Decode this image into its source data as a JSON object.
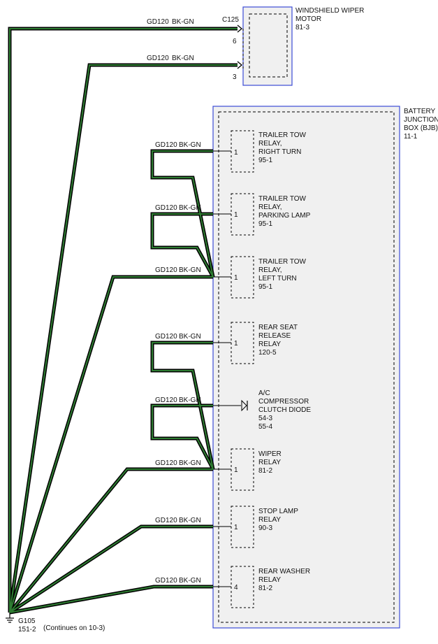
{
  "wire": {
    "code": "GD120",
    "color": "BK-GN"
  },
  "colors": {
    "wire_outer": "#000000",
    "wire_inner": "#2e7d32",
    "box_border": "#3b4bd6",
    "box_fill": "#f0f0f0"
  },
  "wiper_motor": {
    "title_lines": [
      "WINDSHIELD WIPER",
      "MOTOR",
      "81-3"
    ],
    "connector": "C125",
    "pins": [
      "6",
      "3"
    ]
  },
  "bjb": {
    "title_lines": [
      "BATTERY",
      "JUNCTION",
      "BOX (BJB)",
      "11-1"
    ]
  },
  "components": [
    {
      "pin": "1",
      "lines": [
        "TRAILER TOW",
        "RELAY,",
        "RIGHT TURN",
        "95-1"
      ]
    },
    {
      "pin": "1",
      "lines": [
        "TRAILER TOW",
        "RELAY,",
        "PARKING LAMP",
        "95-1"
      ]
    },
    {
      "pin": "1",
      "lines": [
        "TRAILER TOW",
        "RELAY,",
        "LEFT TURN",
        "95-1"
      ]
    },
    {
      "pin": "1",
      "lines": [
        "REAR SEAT",
        "RELEASE",
        "RELAY",
        "120-5"
      ]
    },
    {
      "pin": "",
      "lines": [
        "A/C",
        "COMPRESSOR",
        "CLUTCH DIODE",
        "54-3",
        "55-4"
      ]
    },
    {
      "pin": "1",
      "lines": [
        "WIPER",
        "RELAY",
        "81-2"
      ]
    },
    {
      "pin": "1",
      "lines": [
        "STOP LAMP",
        "RELAY",
        "90-3"
      ]
    },
    {
      "pin": "4",
      "lines": [
        "REAR WASHER",
        "RELAY",
        "81-2"
      ]
    }
  ],
  "ground": {
    "lines": [
      "G105",
      "151-2"
    ],
    "note": "(Continues on 10-3)"
  }
}
